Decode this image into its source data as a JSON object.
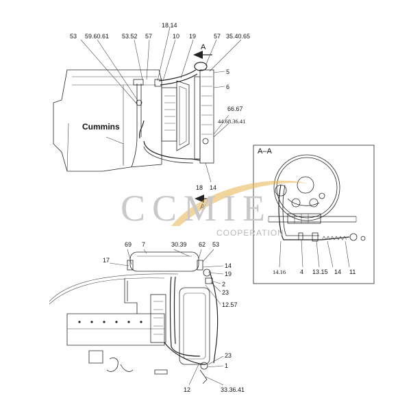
{
  "watermark": {
    "letters": "CCMIE",
    "subtitle": "COOPERATION",
    "accent_color": "#e8b24a",
    "letter_color": "#c9c9c9"
  },
  "engine_label": "Cummins",
  "section": {
    "box_title": "A–A",
    "view_markers": [
      "A",
      "A"
    ]
  },
  "labels_top": {
    "p53": "53",
    "p59": "59.60.61",
    "p5352": "53.52",
    "p57a": "57",
    "p1814": "18.14",
    "p10": "10",
    "p19": "19",
    "p57b": "57",
    "p354065": "35.40.65",
    "p5": "5",
    "p6": "6",
    "p6667": "66.67",
    "p44683641": "44.68.36.41",
    "p18": "18",
    "p14": "14"
  },
  "labels_section": {
    "p1416": "14.16",
    "p4": "4",
    "p1315": "13.15",
    "p14": "14",
    "p11": "11"
  },
  "labels_bottom": {
    "p69": "69",
    "p7": "7",
    "p3039": "30.39",
    "p62": "62",
    "p53": "53",
    "p17": "17",
    "p14": "14",
    "p19": "19",
    "p2": "2",
    "p23a": "23",
    "p1257": "12.57",
    "p23b": "23",
    "p1": "1",
    "p12": "12",
    "p333641": "33.36.41"
  }
}
